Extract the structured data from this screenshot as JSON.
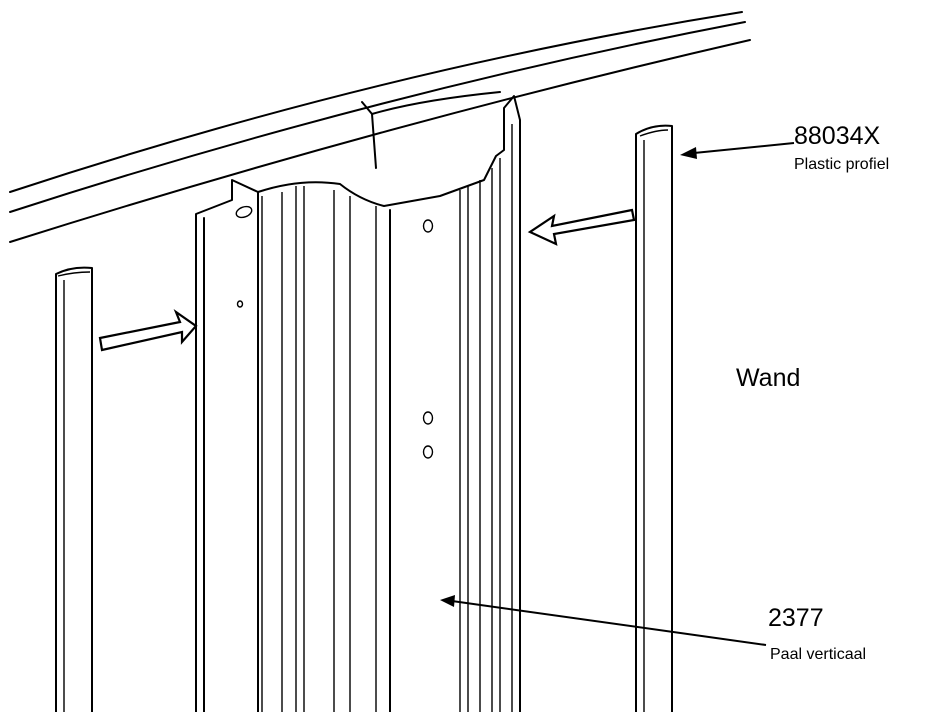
{
  "labels": {
    "profile_code": "88034X",
    "profile_name": "Plastic profiel",
    "wall": "Wand",
    "post_code": "2377",
    "post_name": "Paal verticaal"
  }
}
